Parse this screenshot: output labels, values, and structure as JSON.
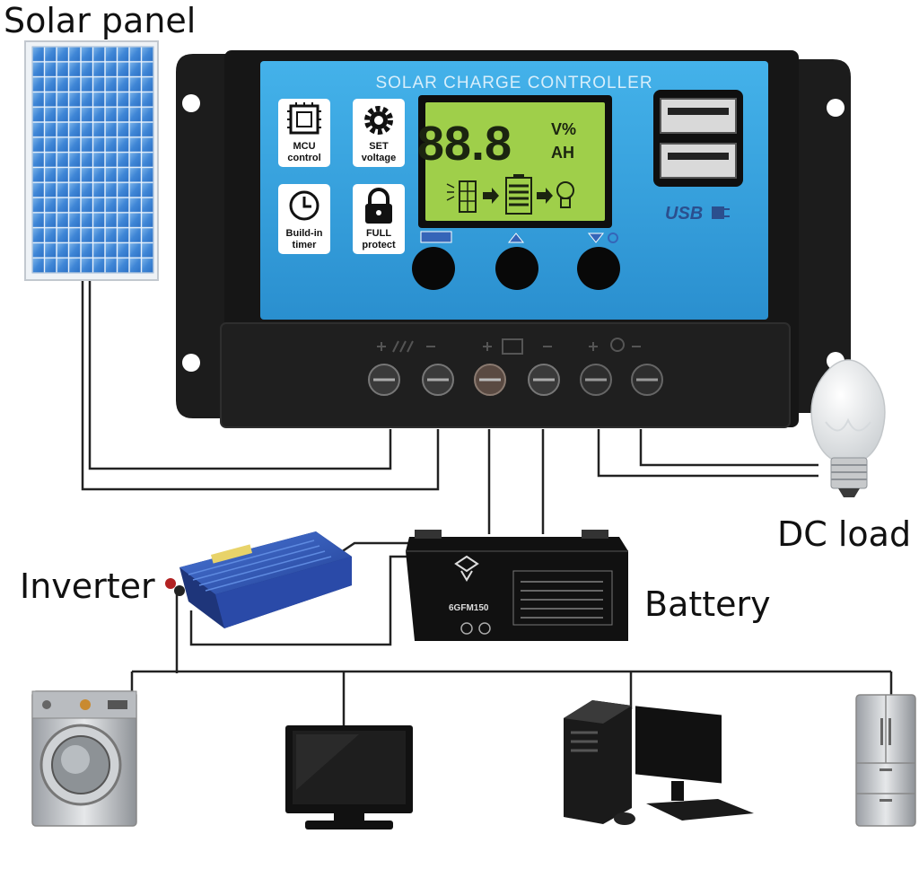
{
  "labels": {
    "solar_panel": "Solar panel",
    "dc_load": "DC load",
    "inverter": "Inverter",
    "battery": "Battery"
  },
  "controller": {
    "title": "SOLAR CHARGE CONTROLLER",
    "lcd_digits": "88.8",
    "lcd_unit_top": "V%",
    "lcd_unit_bottom": "AH",
    "usb_label": "USB",
    "features": [
      {
        "line1": "MCU",
        "line2": "control",
        "icon": "chip-icon"
      },
      {
        "line1": "SET",
        "line2": "voltage",
        "icon": "gear-icon"
      },
      {
        "line1": "Build-in",
        "line2": "timer",
        "icon": "clock-icon"
      },
      {
        "line1": "FULL",
        "line2": "protect",
        "icon": "lock-icon"
      }
    ],
    "buttons": [
      "menu-button",
      "up-button",
      "down-button"
    ]
  },
  "battery_model": "6GFM150",
  "colors": {
    "controller_face": "#3aa6e0",
    "controller_body": "#1a1a1a",
    "lcd": "#9fcf4a",
    "wire": "#222222",
    "inverter": "#2f57b8"
  }
}
